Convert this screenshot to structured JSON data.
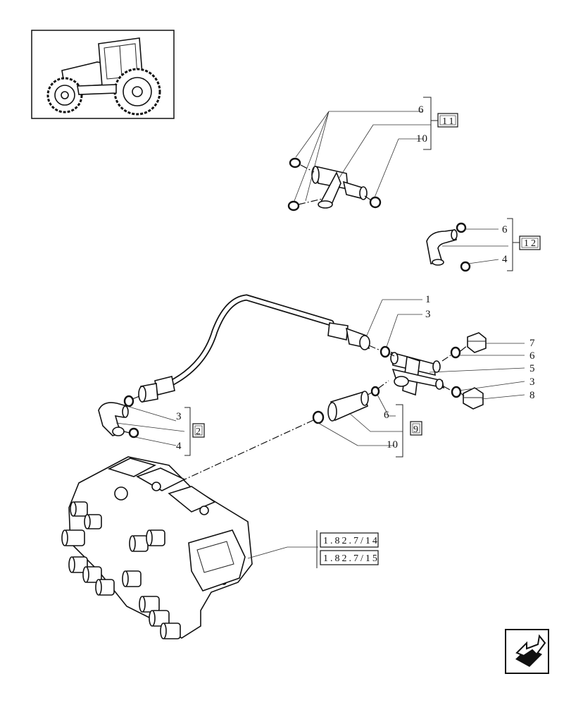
{
  "callouts": {
    "group11": {
      "part_a": "6",
      "part_b": "10",
      "ref": "11"
    },
    "group12": {
      "part_a": "6",
      "part_b": "4",
      "ref": "12"
    },
    "main": {
      "c1": "1",
      "c3a": "3",
      "c7": "7",
      "c6a": "6",
      "c5": "5",
      "c3b": "3",
      "c8": "8"
    },
    "group2": {
      "part_a": "3",
      "part_b": "4",
      "ref": "2"
    },
    "group9": {
      "part_a": "6",
      "part_b": "10",
      "ref": "9"
    }
  },
  "refs": [
    "1.82.7/14",
    "1.82.7/15"
  ],
  "icons": {
    "thumbnail": "tractor-icon",
    "nav": "page-forward-icon"
  }
}
